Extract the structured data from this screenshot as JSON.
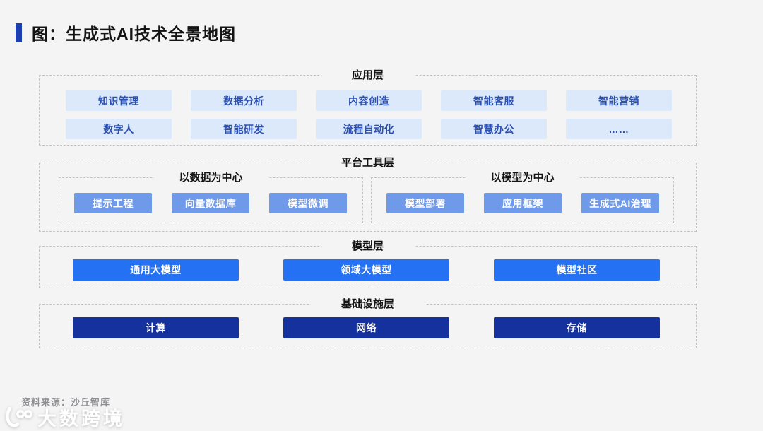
{
  "title": "图：生成式AI技术全景地图",
  "app_layer": {
    "label": "应用层",
    "items": [
      "知识管理",
      "数据分析",
      "内容创造",
      "智能客服",
      "智能营销",
      "数字人",
      "智能研发",
      "流程自动化",
      "智慧办公",
      "……"
    ]
  },
  "platform_layer": {
    "label": "平台工具层",
    "groups": [
      {
        "label": "以数据为中心",
        "items": [
          "提示工程",
          "向量数据库",
          "模型微调"
        ]
      },
      {
        "label": "以模型为中心",
        "items": [
          "模型部署",
          "应用框架",
          "生成式AI治理"
        ]
      }
    ]
  },
  "model_layer": {
    "label": "模型层",
    "items": [
      "通用大模型",
      "领域大模型",
      "模型社区"
    ]
  },
  "infra_layer": {
    "label": "基础设施层",
    "items": [
      "计算",
      "网络",
      "存储"
    ]
  },
  "footer": {
    "source": "资料来源：沙丘智库",
    "watermark": "大数跨境"
  },
  "colors": {
    "background": "#f4f4f5",
    "accent_bar": "#1c3eb0",
    "dashed_border": "#c2c2c6",
    "app_chip_bg": "#dbe9fa",
    "app_chip_text": "#2b50b4",
    "platform_chip_bg": "#6f9ae9",
    "model_chip_bg": "#2471f4",
    "infra_chip_bg": "#14319e",
    "source_text": "#8f8f92"
  }
}
